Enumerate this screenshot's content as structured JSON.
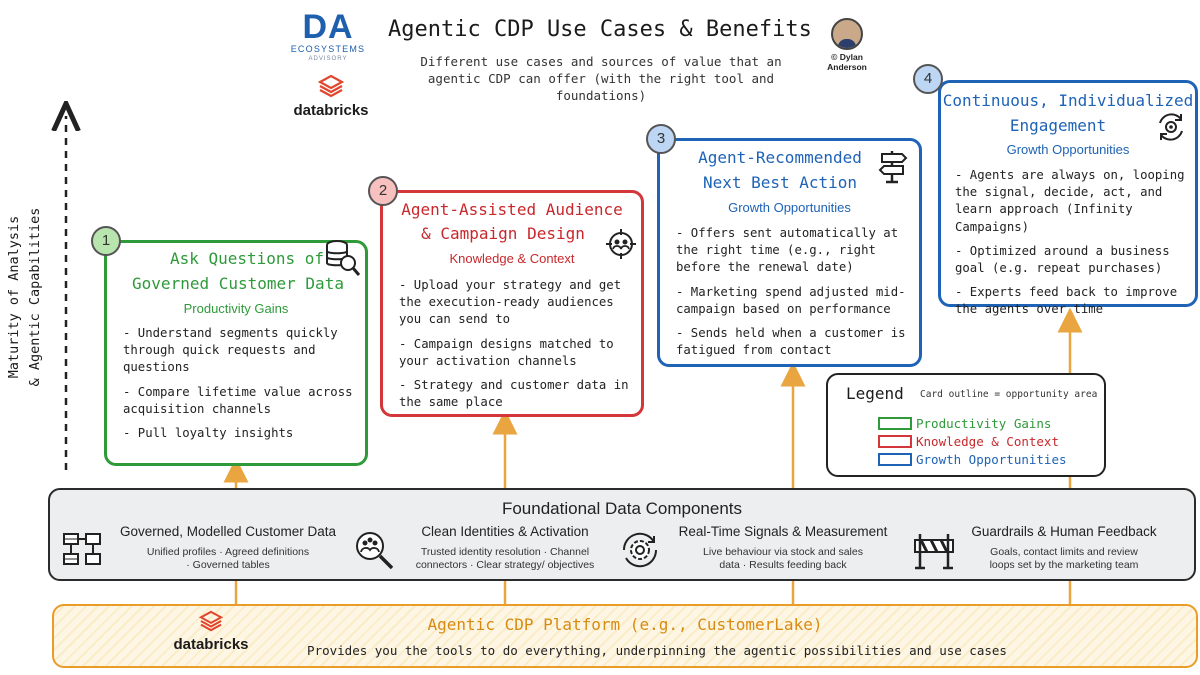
{
  "header": {
    "title": "Agentic CDP Use Cases & Benefits",
    "subtitle": "Different use cases and sources of value that an agentic CDP can offer (with the right tool and foundations)",
    "logo_da": {
      "letters": "DA",
      "line1": "ECOSYSTEMS",
      "line2": "ADVISORY"
    },
    "logo_databricks": "databricks",
    "author_line1": "© Dylan",
    "author_line2": "Anderson"
  },
  "y_axis": {
    "line1": "Maturity of Analysis",
    "line2": "& Agentic Capabilities"
  },
  "cards": [
    {
      "number": "1",
      "title_line1": "Ask Questions of",
      "title_line2": "Governed Customer Data",
      "category": "Productivity Gains",
      "icon": "database-search-icon",
      "bullets": [
        "- Understand segments quickly through quick requests and questions",
        "- Compare lifetime value across acquisition channels",
        "- Pull loyalty insights"
      ]
    },
    {
      "number": "2",
      "title_line1": "Agent-Assisted Audience",
      "title_line2": "& Campaign Design",
      "category": "Knowledge & Context",
      "icon": "audience-target-icon",
      "bullets": [
        "- Upload your strategy and get the execution-ready audiences you can send to",
        "- Campaign designs matched to your activation channels",
        "- Strategy and customer data in the same place"
      ]
    },
    {
      "number": "3",
      "title_line1": "Agent-Recommended",
      "title_line2": "Next Best Action",
      "category": "Growth Opportunities",
      "icon": "signpost-icon",
      "bullets": [
        "- Offers sent automatically at the right time (e.g., right before the renewal date)",
        "- Marketing spend adjusted mid-campaign based on performance",
        "- Sends held when a customer is fatigued from contact"
      ]
    },
    {
      "number": "4",
      "title_line1": "Continuous, Individualized",
      "title_line2": "Engagement",
      "category": "Growth Opportunities",
      "icon": "cycle-gear-icon",
      "bullets": [
        "- Agents are always on, looping the signal, decide, act, and learn approach (Infinity Campaigns)",
        "- Optimized around a business goal (e.g. repeat purchases)",
        "- Experts feed back to improve the agents over time"
      ]
    }
  ],
  "legend": {
    "title": "Legend",
    "note": "Card outline = opportunity area",
    "items": [
      {
        "label": "Productivity Gains",
        "color": "#2f9a3a"
      },
      {
        "label": "Knowledge & Context",
        "color": "#d3373a"
      },
      {
        "label": "Growth Opportunities",
        "color": "#1e63b6"
      }
    ]
  },
  "foundation": {
    "title": "Foundational Data Components",
    "items": [
      {
        "name": "Governed, Modelled Customer Data",
        "desc_line1": "Unified profiles · Agreed definitions",
        "desc_line2": "· Governed tables",
        "icon": "data-model-icon"
      },
      {
        "name": "Clean Identities & Activation",
        "desc_line1": "Trusted identity resolution · Channel",
        "desc_line2": "connectors · Clear strategy/ objectives",
        "icon": "identity-search-icon"
      },
      {
        "name": "Real-Time Signals & Measurement",
        "desc_line1": "Live behaviour via stock and sales",
        "desc_line2": "data · Results feeding back",
        "icon": "realtime-gear-icon"
      },
      {
        "name": "Guardrails & Human Feedback",
        "desc_line1": "Goals, contact limits and review",
        "desc_line2": "loops set by the marketing team",
        "icon": "barrier-icon"
      }
    ]
  },
  "platform": {
    "title": "Agentic CDP Platform (e.g., CustomerLake)",
    "subtitle": "Provides you the tools to do everything, underpinning the agentic possibilities and use cases",
    "logo": "databricks"
  },
  "colors": {
    "green": "#2f9a3a",
    "red": "#d3373a",
    "blue": "#1e63b6",
    "orange": "#e99c27",
    "foundation_bg": "#eceeef"
  }
}
